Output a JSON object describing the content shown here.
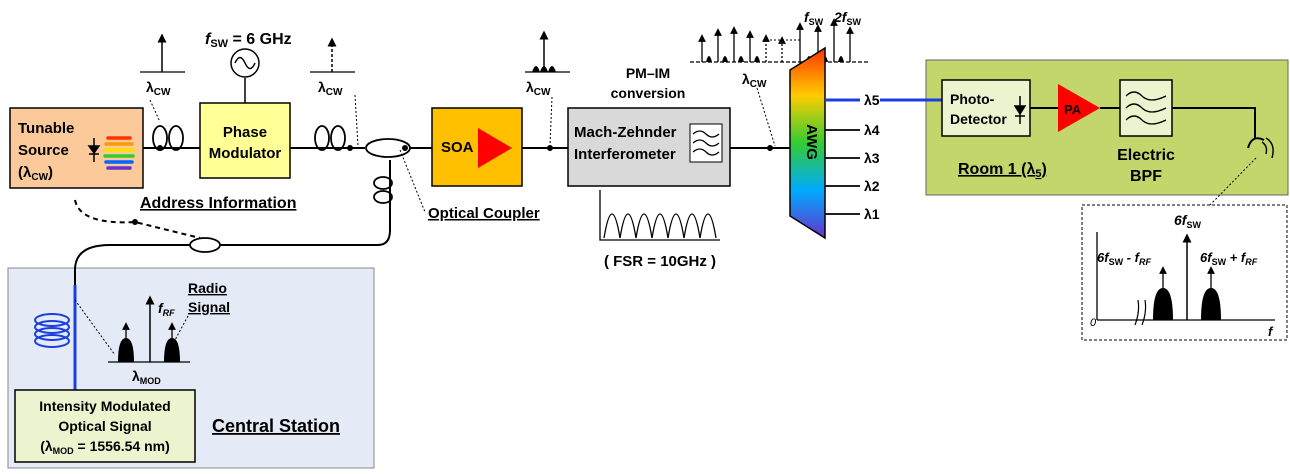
{
  "colors": {
    "central_bg": "#e4eaf6",
    "room_bg": "#c2d66c",
    "tunable_bg": "#fcc99a",
    "phase_bg": "#ffff96",
    "soa_bg": "#ffc000",
    "mzi_bg": "#d9d9d9",
    "green_box": "#ebf3cf",
    "fiber_blue": "#1a3fe0",
    "red": "#ff0000"
  },
  "tunable_source": {
    "line1": "Tunable",
    "line2": "Source",
    "sub": "(λ",
    "sub2": "CW",
    "sub3": ")"
  },
  "phase_modulator": {
    "line1": "Phase",
    "line2": "Modulator"
  },
  "soa": {
    "label": "SOA"
  },
  "mzi": {
    "line1": "Mach-Zehnder",
    "line2": "Interferometer",
    "conv1": "PM–IM",
    "conv2": "conversion",
    "fsr": "( FSR = 10GHz )"
  },
  "awg": {
    "label": "AWG",
    "ports": [
      "λ5",
      "λ4",
      "λ3",
      "λ2",
      "λ1"
    ]
  },
  "fsw_label": {
    "f": "f",
    "sub": "SW",
    "rest": " = 6 GHz"
  },
  "lambda_cw": {
    "main": "λ",
    "sub": "CW"
  },
  "address_info": "Address Information",
  "optical_coupler": "Optical Coupler",
  "central_station": "Central Station",
  "intensity_box": {
    "line1": "Intensity Modulated",
    "line2": "Optical Signal",
    "line3_a": "(λ",
    "line3_sub": "MOD",
    "line3_b": " = 1556.54 nm)"
  },
  "radio_signal": {
    "line1": "Radio",
    "line2": "Signal",
    "frf": "f",
    "frf_sub": "RF",
    "lambda_mod": "λ",
    "lambda_mod_sub": "MOD"
  },
  "spectrum_top": {
    "fsw": "f",
    "fsw_sub": "SW",
    "two_fsw": "2f",
    "two_fsw_sub": "SW",
    "lambda": "λ",
    "lambda_sub": "CW"
  },
  "room": {
    "photo1": "Photo-",
    "photo2": "Detector",
    "pa": "PA",
    "bpf1": "Electric",
    "bpf2": "BPF",
    "room_label": "Room 1 (λ",
    "room_sub": "5",
    "room_end": ")"
  },
  "rf_spectrum": {
    "peak": "6f",
    "peak_sub": "SW",
    "lower": "6f",
    "lower_sub": "SW",
    "lower_b": " - f",
    "lower_sub2": "RF",
    "upper": "6f",
    "upper_sub": "SW",
    "upper_b": " + f",
    "upper_sub2": "RF",
    "zero": "0",
    "f": "f"
  }
}
